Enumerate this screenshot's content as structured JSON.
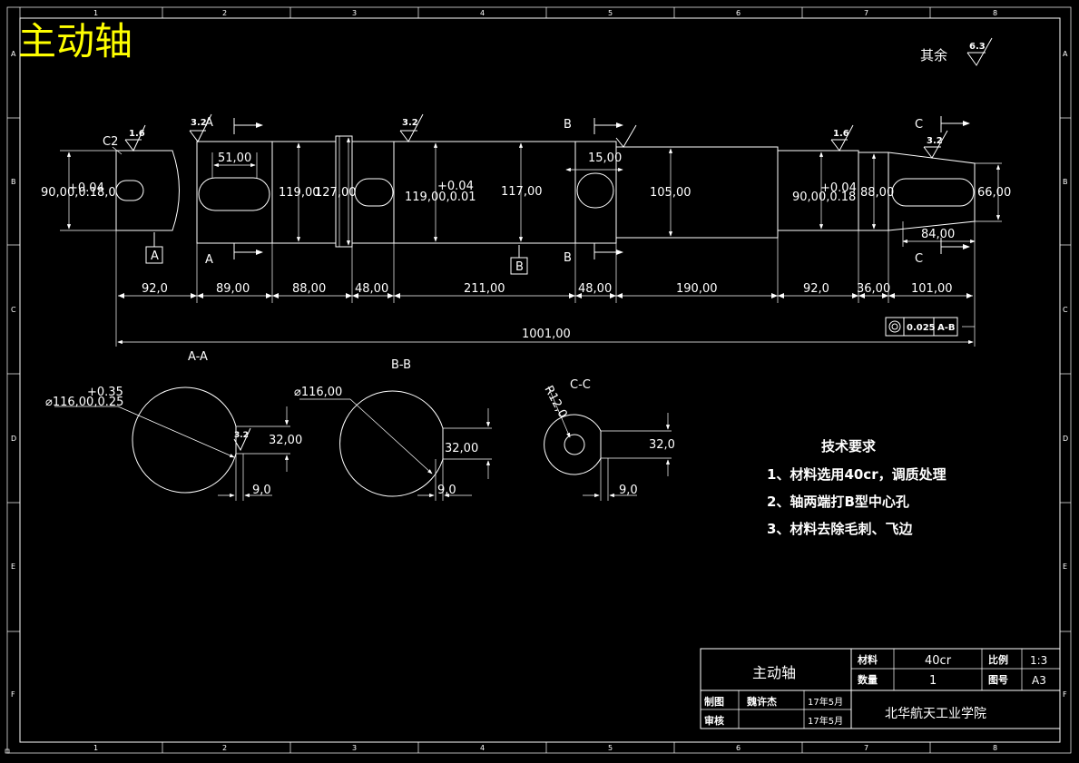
{
  "colors": {
    "background": "#000000",
    "line": "#ffffff",
    "title": "#ffff00"
  },
  "drawing_title": "主动轴",
  "roughness_note": {
    "label": "其余",
    "value": "6.3"
  },
  "border": {
    "columns": [
      "1",
      "2",
      "3",
      "4",
      "5",
      "6",
      "7",
      "8"
    ],
    "rows": [
      "A",
      "B",
      "C",
      "D",
      "E",
      "F"
    ]
  },
  "roughness": {
    "r1": "1.6",
    "r2": "3.2",
    "r3": "3.2",
    "r4": "1.6",
    "r5": "3.2"
  },
  "labels": {
    "chamfer": "C2",
    "datum_a": "A",
    "datum_b": "B",
    "sec_a1": "A",
    "sec_a2": "A",
    "sec_b1": "B",
    "sec_b2": "B",
    "sec_c1": "C",
    "sec_c2": "C",
    "view_aa": "A-A",
    "view_bb": "B-B",
    "view_cc": "C-C"
  },
  "diameters": {
    "d1_tol": "+0.04",
    "d1": "90,00,0.18,0",
    "d2": "119,00",
    "d3": "127,00",
    "d4_tol": "+0.04",
    "d4": "119,00,0.01",
    "d5": "117,00",
    "d6": "105,00",
    "d7_tol": "+0.04",
    "d7": "90,00,0.18",
    "d8": "88,00",
    "d9": "66,00"
  },
  "keyways": {
    "k1": "51,00",
    "k2": "15,00",
    "k3": "84,00"
  },
  "lengths": [
    "92,0",
    "89,00",
    "88,00",
    "48,00",
    "211,00",
    "48,00",
    "190,00",
    "92,0",
    "36,00",
    "101,00"
  ],
  "total_length": "1001,00",
  "runout": {
    "value": "0.025",
    "datum": "A-B"
  },
  "sections": {
    "aa_tol": "+0.35",
    "aa_dia": "⌀116,00,0.25",
    "aa_depth": "32,00",
    "aa_width": "9,0",
    "aa_rough": "3.2",
    "bb_dia": "⌀116,00",
    "bb_depth": "32,00",
    "bb_width": "9,0",
    "cc_radius": "R12,0",
    "cc_depth": "32,0",
    "cc_width": "9,0"
  },
  "tech_requirements": {
    "title": "技术要求",
    "items": [
      "1、材料选用40cr，调质处理",
      "2、轴两端打B型中心孔",
      "3、材料去除毛刺、飞边"
    ]
  },
  "title_block": {
    "part_name": "主动轴",
    "material_label": "材料",
    "material_value": "40cr",
    "scale_label": "比例",
    "scale_value": "1:3",
    "qty_label": "数量",
    "qty_value": "1",
    "sheet_label": "图号",
    "sheet_value": "A3",
    "drawn_label": "制图",
    "drawn_name": "魏许杰",
    "drawn_date": "17年5月",
    "checked_label": "审核",
    "checked_date": "17年5月",
    "school": "北华航天工业学院"
  }
}
